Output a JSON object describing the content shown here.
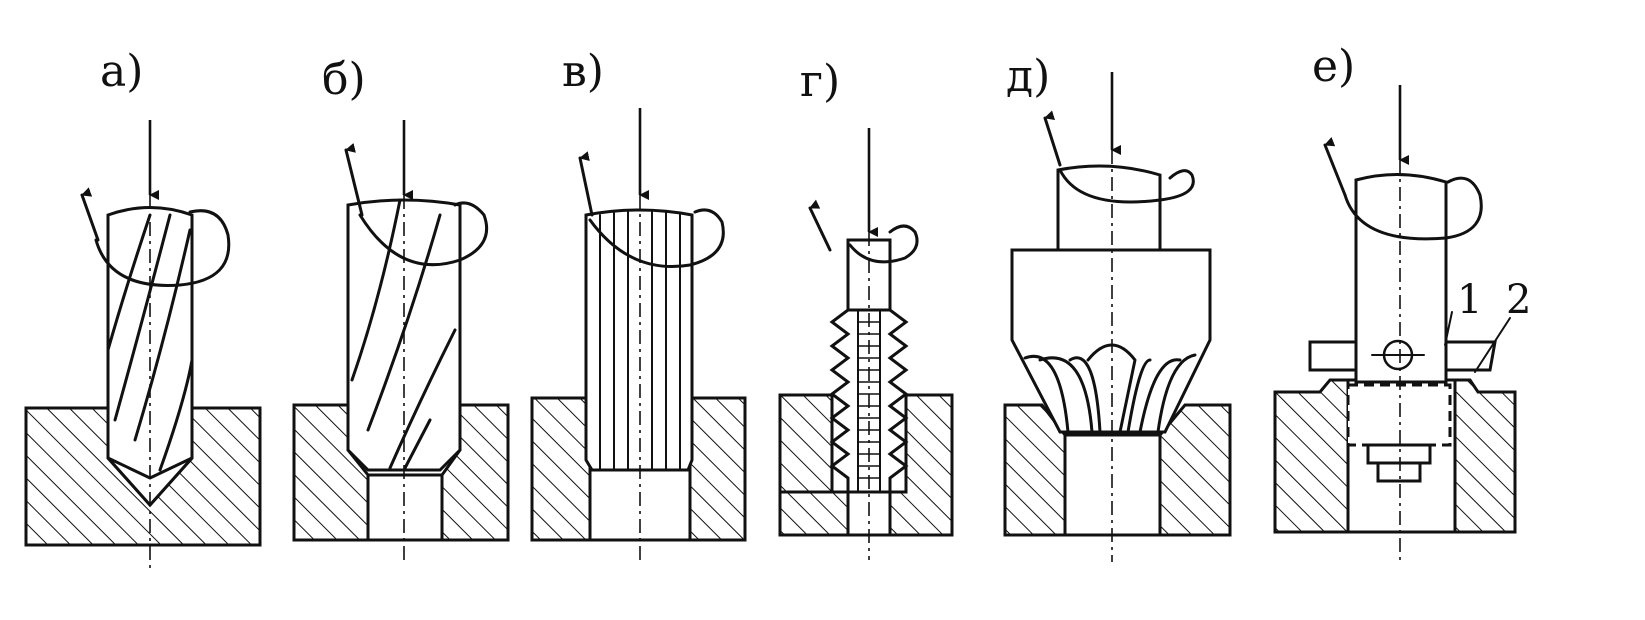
{
  "panels": [
    {
      "id": "a",
      "label": "а)"
    },
    {
      "id": "b",
      "label": "б)"
    },
    {
      "id": "v",
      "label": "в)"
    },
    {
      "id": "g",
      "label": "г)"
    },
    {
      "id": "d",
      "label": "д)"
    },
    {
      "id": "e",
      "label": "е)"
    }
  ],
  "callouts": {
    "one": "1",
    "two": "2"
  }
}
